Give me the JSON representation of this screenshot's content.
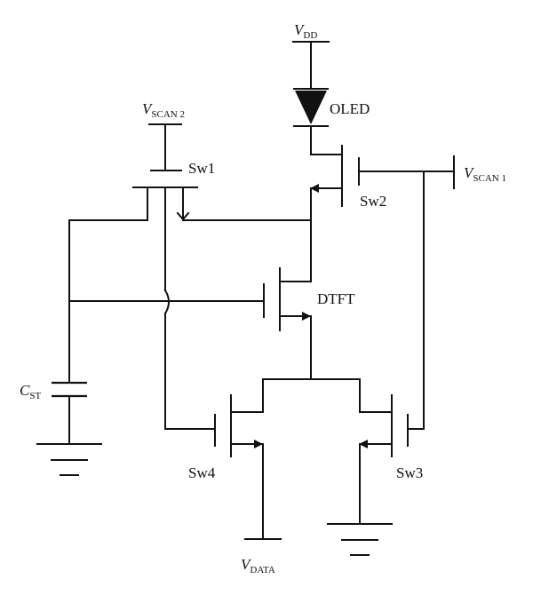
{
  "labels": {
    "vdd": {
      "main": "V",
      "sub": "DD"
    },
    "vscan2": {
      "main": "V",
      "sub": "SCAN 2"
    },
    "vscan1": {
      "main": "V",
      "sub": "SCAN 1"
    },
    "vdata": {
      "main": "V",
      "sub": "DATA"
    },
    "cst": {
      "main": "C",
      "sub": "ST"
    },
    "oled": "OLED",
    "sw1": "Sw1",
    "sw2": "Sw2",
    "sw3": "Sw3",
    "sw4": "Sw4",
    "dtft": "DTFT"
  },
  "colors": {
    "ink": "#111111",
    "background": "#ffffff"
  }
}
